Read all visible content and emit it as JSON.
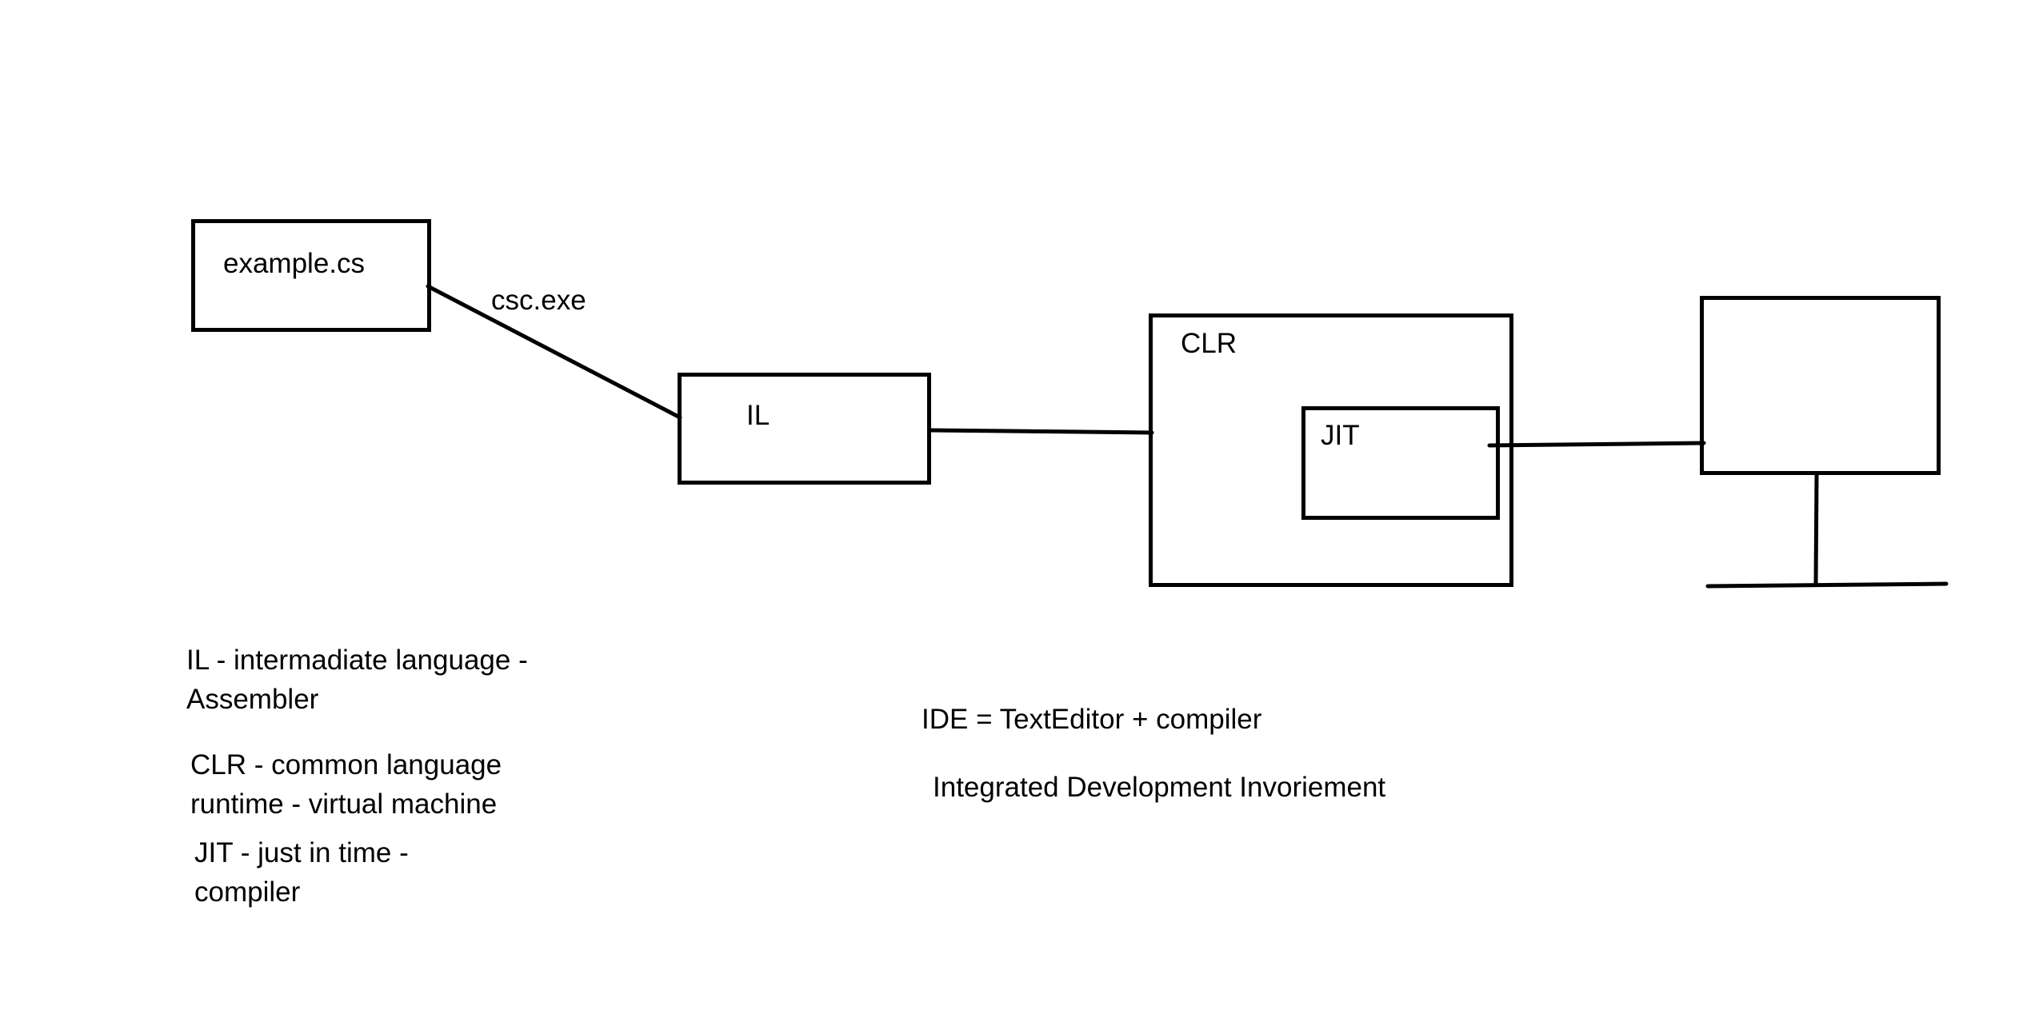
{
  "nodes": {
    "source": {
      "label": "example.cs"
    },
    "il": {
      "label": "IL"
    },
    "clr": {
      "label": "CLR"
    },
    "jit": {
      "label": "JIT"
    },
    "monitor": {
      "label": ""
    }
  },
  "edges": {
    "source_to_il": {
      "label": "csc.exe"
    }
  },
  "notes": {
    "il": [
      "IL - intermadiate language -",
      "Assembler"
    ],
    "clr": [
      "CLR - common language",
      "runtime - virtual machine"
    ],
    "jit": [
      "JIT - just in time -",
      "compiler"
    ],
    "ide": "IDE = TextEditor + compiler",
    "ide_full": "Integrated Development Invoriement"
  }
}
